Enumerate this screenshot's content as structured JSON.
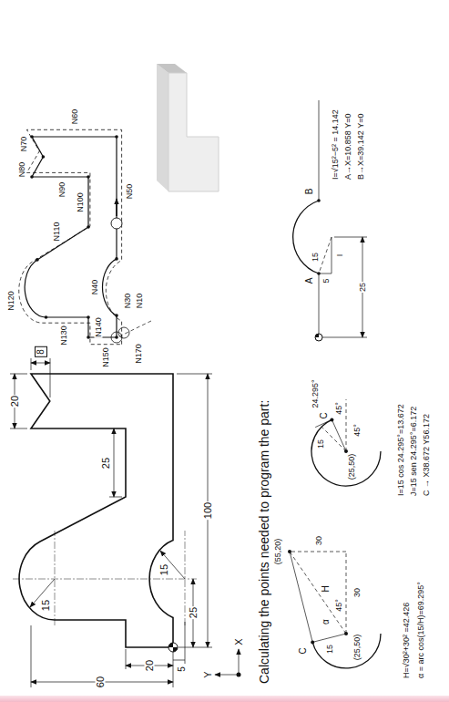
{
  "diagram": {
    "title": "Calculating the points needed to program the part:",
    "labels": [
      "60",
      "20",
      "5",
      "15",
      "15",
      "25",
      "25",
      "100",
      "20",
      "8",
      "X",
      "Y",
      "N10",
      "N30",
      "N40",
      "N50",
      "N60",
      "N70",
      "N80",
      "N90",
      "N100",
      "N110",
      "N120",
      "N130",
      "N140",
      "N150",
      "N170",
      "(25,50)",
      "(55,20)",
      "15",
      "α",
      "H",
      "45°",
      "30",
      "30",
      "C",
      "H=√30²+30² =42.426",
      "α = arc cos(15/H)=69.295°",
      "(25,50)",
      "15",
      "45°",
      "45°",
      "24.295°",
      "C",
      "I=15 cos 24.295°=13.672",
      "J=15 sen 24.295°=6.172",
      "C → X38.672 Y56.172",
      "A",
      "B",
      "15",
      "5",
      "I",
      "25",
      "I=√15²−5² = 14.142",
      "A→X=10.858 Y=0",
      "B→X=39.142 Y=0"
    ]
  }
}
